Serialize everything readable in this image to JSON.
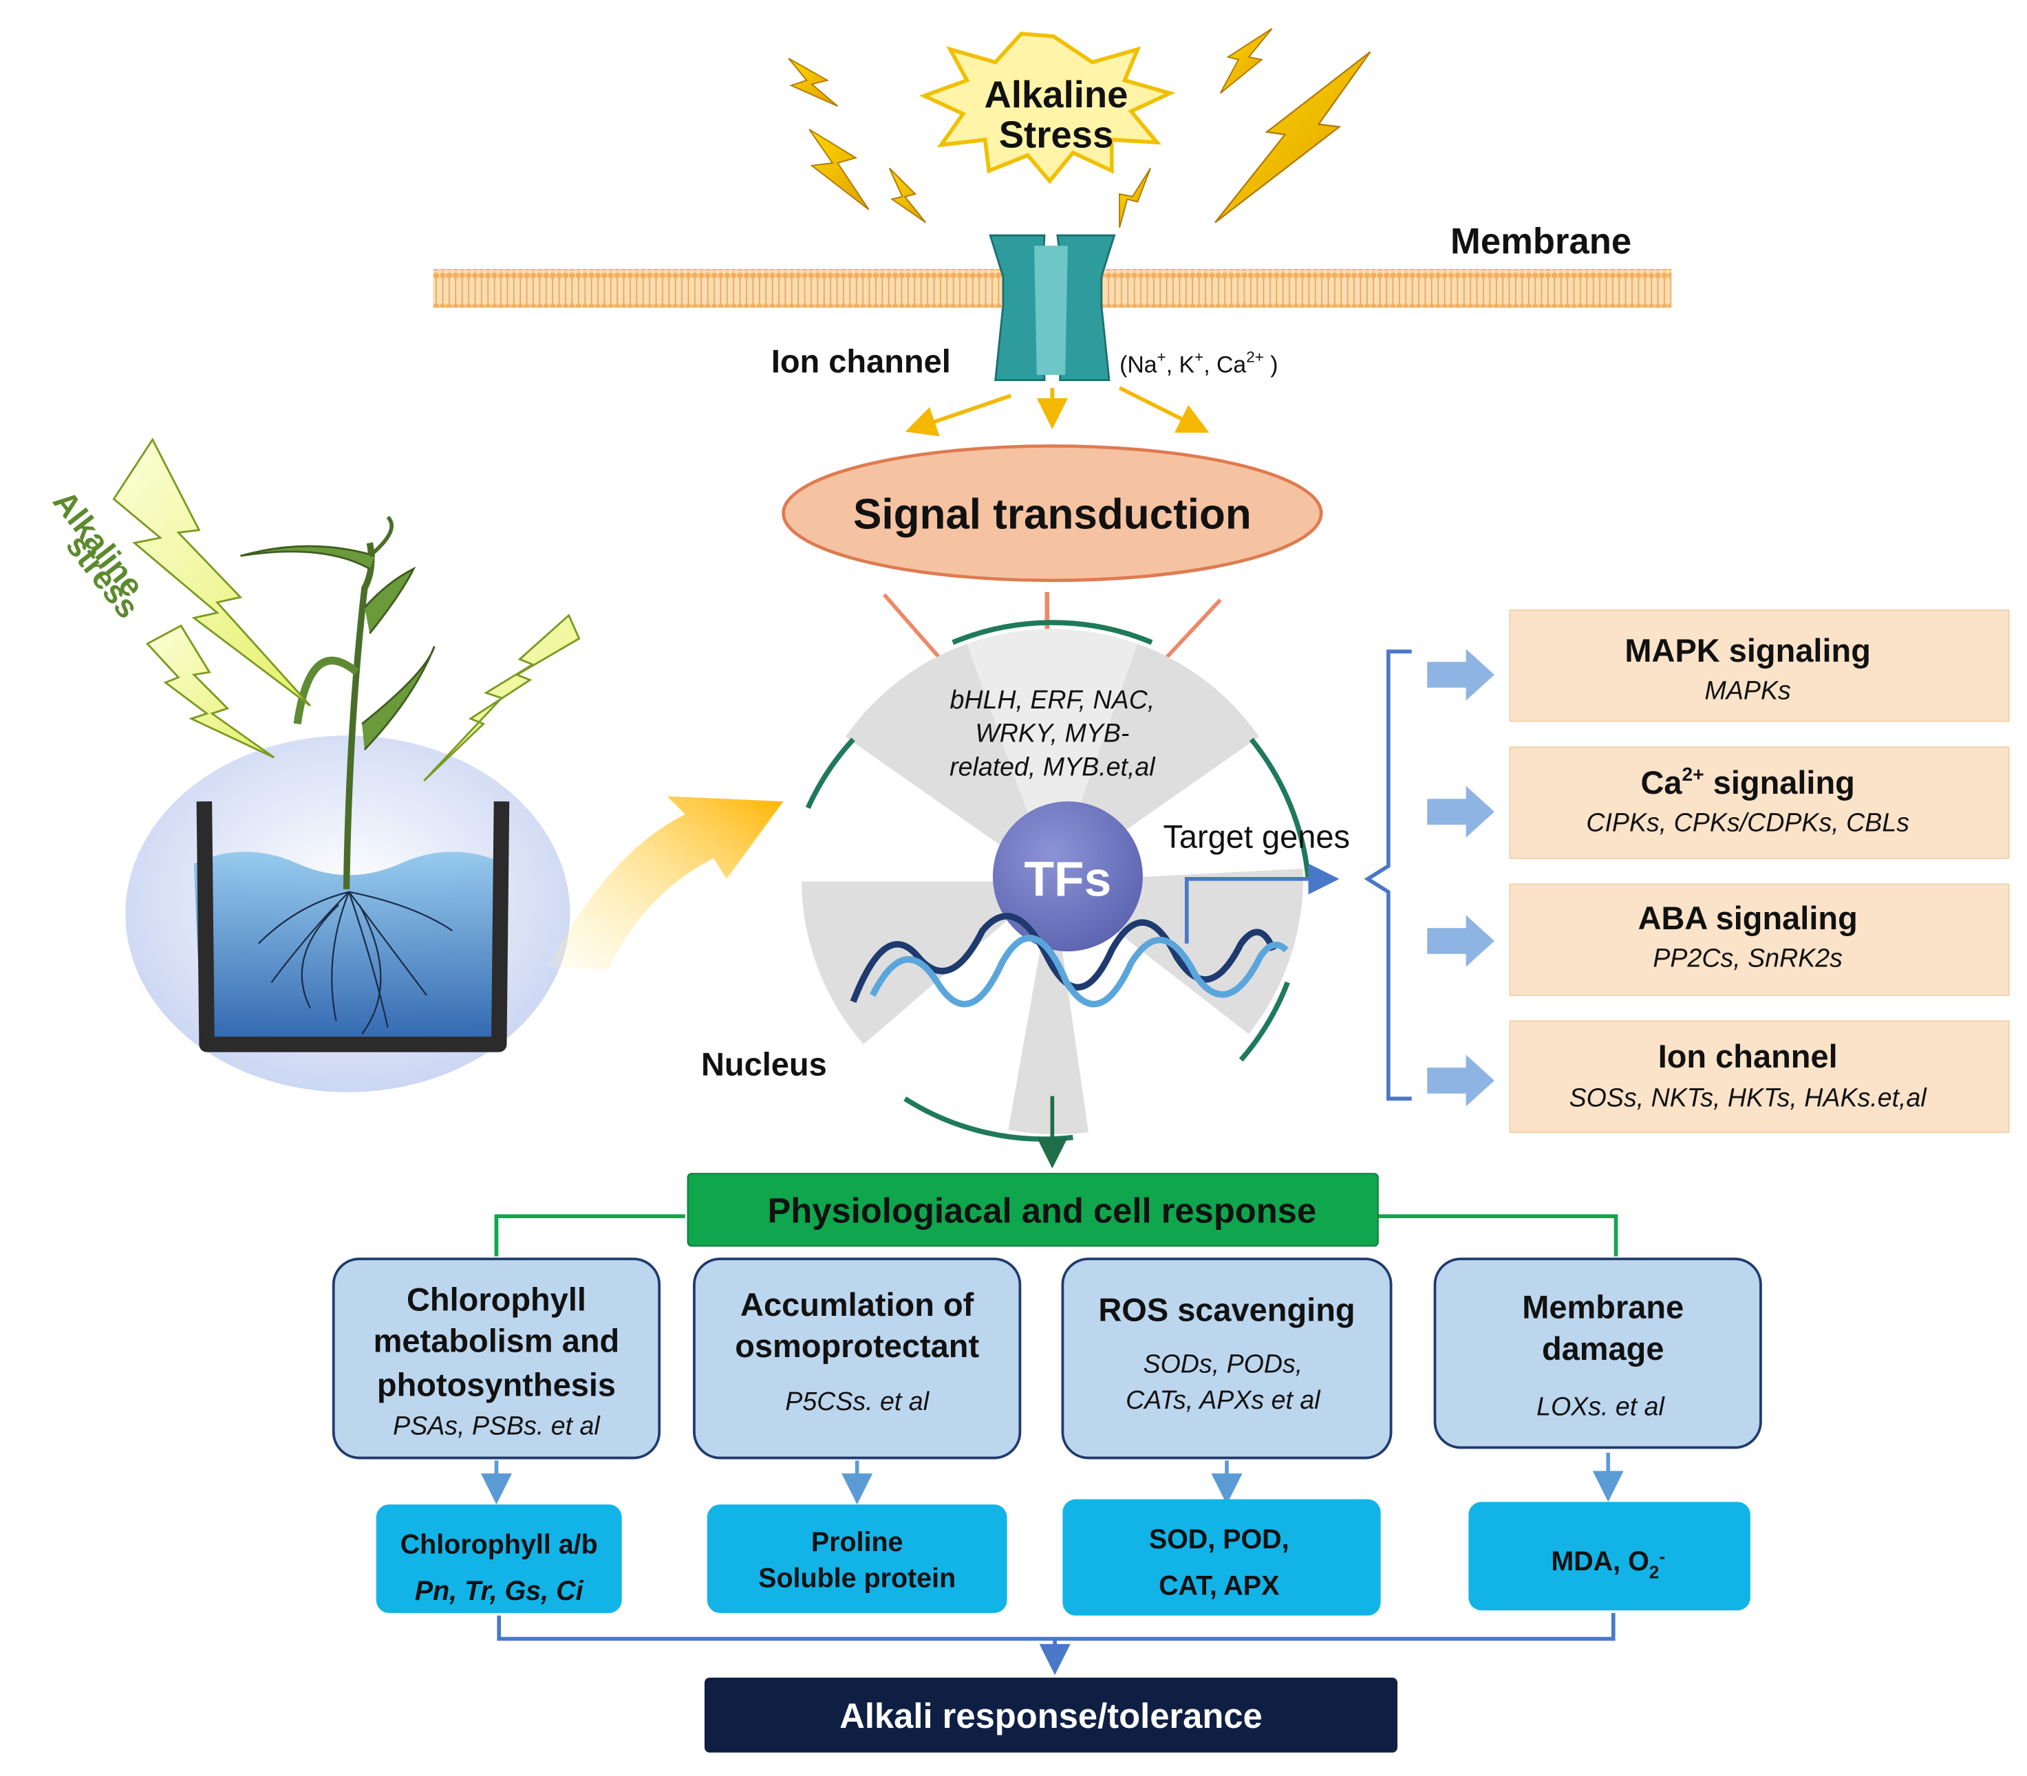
{
  "stress_burst": {
    "line1": "Alkaline",
    "line2": "Stress"
  },
  "membrane_label": "Membrane",
  "ion_channel_label": "Ion channel",
  "ions": {
    "open": "(Na",
    "na_sup": "+",
    "k": ", K",
    "k_sup": "+",
    "ca": ", Ca",
    "ca_sup": "2+",
    "close": " )"
  },
  "plant_stress": {
    "line1": "Alkaline",
    "line2": "stress"
  },
  "signal_transduction": "Signal transduction",
  "tf_families": {
    "line1": "bHLH, ERF, NAC,",
    "line2": "WRKY, MYB-",
    "line3": "related, MYB.et,al"
  },
  "tfs_label": "TFs",
  "target_genes_label": "Target genes",
  "nucleus_label": "Nucleus",
  "pathways": [
    {
      "title": "MAPK signaling",
      "genes": "MAPKs"
    },
    {
      "title": "Ca",
      "title_sup": "2+",
      "title_rest": " signaling",
      "genes": "CIPKs, CPKs/CDPKs, CBLs"
    },
    {
      "title": "ABA signaling",
      "genes": "PP2Cs, SnRK2s"
    },
    {
      "title": "Ion channel",
      "genes": "SOSs, NKTs, HKTs, HAKs.et,al"
    }
  ],
  "physio_header": "Physiologiacal  and cell response",
  "responses": [
    {
      "title_lines": [
        "Chlorophyll",
        "metabolism and",
        "photosynthesis"
      ],
      "genes": "PSAs, PSBs. et al",
      "outcome_lines": [
        "Chlorophyll a/b",
        "Pn, Tr, Gs, Ci"
      ]
    },
    {
      "title_lines": [
        "Accumlation of",
        "osmoprotectant"
      ],
      "genes": "P5CSs. et al",
      "outcome_lines": [
        "Proline",
        "Soluble protein"
      ]
    },
    {
      "title_lines": [
        "ROS scavenging"
      ],
      "genes_lines": [
        "SODs, PODs,",
        "CATs, APXs et al"
      ],
      "outcome_lines": [
        "SOD, POD,",
        "CAT, APX"
      ]
    },
    {
      "title_lines": [
        "Membrane",
        "damage"
      ],
      "genes": "LOXs. et al",
      "outcome": "MDA, O",
      "outcome_sub": "2",
      "outcome_sup": "-"
    }
  ],
  "final_label": "Alkali response/tolerance",
  "colors": {
    "membrane": "#f6c98c",
    "channel": "#2e9c9c",
    "signal_fill": "#f5c3a2",
    "nucleus_ring": "#1f7a5a",
    "tfs": "#6b74bd",
    "pathway_box": "#fbe3c9",
    "physio_header": "#0fa64e",
    "response_box": "#bcd6ee",
    "outcome_box": "#12b4e8",
    "final_box": "#0f1f44",
    "dna_dark": "#1e3a6e",
    "dna_light": "#5aa6dc"
  }
}
